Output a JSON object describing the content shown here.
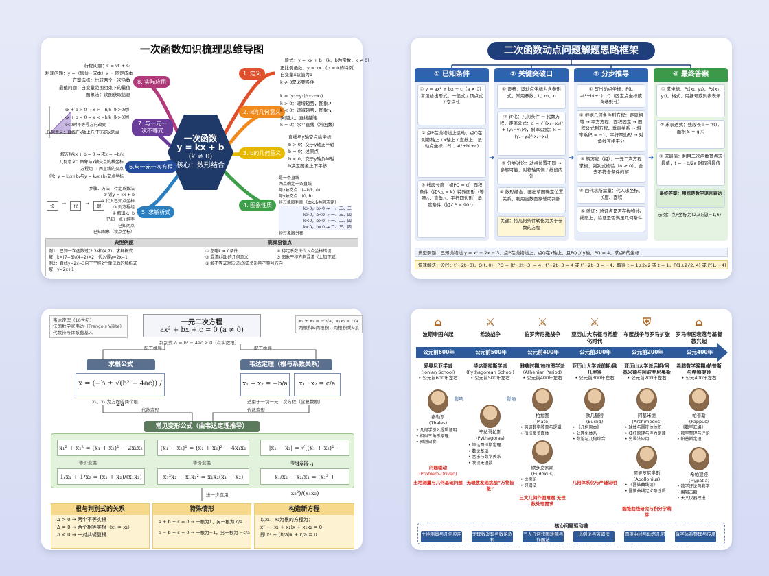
{
  "card1": {
    "title": "一次函数知识梳理思维导图",
    "center": {
      "l1": "一次函数",
      "l2": "y = kx + b",
      "l3": "(k ≠ 0)",
      "l4": "核心：数形结合"
    },
    "nodes": [
      {
        "label": "1. 定义",
        "color": "#e0502a"
      },
      {
        "label": "2. k的几何意义",
        "color": "#f08a1c"
      },
      {
        "label": "3. b的几何意义",
        "color": "#e6b800"
      },
      {
        "label": "4. 图象性质",
        "color": "#3f9e4a"
      },
      {
        "label": "5. 求解析式",
        "color": "#2a7fc1"
      },
      {
        "label": "6.与一元一次方程",
        "color": "#244e9c"
      },
      {
        "label": "7. 与一元一次不等式",
        "color": "#6a3d9a"
      },
      {
        "label": "8. 实际应用",
        "color": "#b03a7a"
      }
    ],
    "text_def": [
      "一般式：y = kx + b （k、b为常数，k ≠ 0）",
      "正比例函数：y = kx （b = 0的特例）",
      "自变量x取值为1",
      "k ≠ 0是必要条件"
    ],
    "text_k": [
      "k = (y₂−y₁)/(x₂−x₁)",
      "k > 0：递增趋势，图象↗",
      "k < 0：递减趋势，图象↘",
      "|k|越大，直线越陡",
      "k = 0：水平直线（常函数）"
    ],
    "text_b": [
      "直线与y轴交点纵坐标",
      "b > 0：交于y轴正半轴",
      "b = 0：过原点",
      "b < 0：交于y轴负半轴",
      "b决定图象上下平移"
    ],
    "text_graph": [
      "是一条直线",
      "两点确定一条直线",
      "与x轴交点：(−b/k, 0)",
      "与y轴交点：(0, b)",
      "经过象限判断（由k,b共同决定）",
      "k>0，b>0 → 一、二、三",
      "k>0，b<0 → 一、三、四",
      "k<0，b>0 → 一、二、四",
      "k<0，b<0 → 二、三、四",
      "经过象限分布"
    ],
    "text_app": [
      "行程问题：s = vt + s₀",
      "利润问题：y =（售价−成本）x − 固定成本",
      "方案选择：比较两个一次函数",
      "最值问题：自变量范围约束下的最值",
      "图象法：读图获取信息"
    ],
    "text_ineq": [
      "kx + b > 0 → x > −b/k（k>0时）",
      "kx + b < 0 → x < −b/k（k>0时）",
      "k<0时不等号方向改变",
      "几何意义：直线在x轴上方/下方的x范围"
    ],
    "text_eq": [
      "解方程kx + b = 0 → 求x = −b/k",
      "几何意义：图象与x轴交点的横坐标",
      "方程组 → 两直线的交点",
      "例：y = k₁x+b₁与y = k₂x+b₂交点坐标"
    ],
    "text_solve": [
      "步骤、方法：待定系数法",
      "① 设y = kx + b",
      "② 代入已知点坐标",
      "③ 列方程组",
      "④ 解出k、b",
      "已知一点+斜率",
      "已知两点",
      "已知图象（读点坐标）"
    ],
    "solve_chain": [
      "设",
      "代",
      "解"
    ],
    "bottom_h1": "典型例题",
    "bottom_h2": "高频易错点",
    "examples": [
      "例1：已知一次函数过(2,3)和(4,7)，求解析式",
      "解：k=(7−3)/(4−2)=2，代入得y=2x−1",
      "例2：直线y=2x−3向下平移2个单位后的解析式",
      "解：y=2x+1"
    ],
    "errors": [
      "① 忽略k ≠ 0条件",
      "② 混淆k和b的几何意义",
      "③ 解不等式时忘记k的正负影响不等号方向",
      "④ 待定系数法代入点坐标错误",
      "⑤ 图象平移方向混淆（上加下减）"
    ]
  },
  "card2": {
    "title": "二次函数动点问题解题思路框架",
    "columns": [
      {
        "head": "① 已知条件",
        "color": "#2e63b0",
        "blocks": [
          "① y = ax² + bx + c（a ≠ 0）常见给出形式：一般式 / 顶点式 / 交点式",
          "② 点P在抛物线上运动，点Q在对称轴上 / x轴上 / 直线上，设动点坐标：P(t, at²+bt+c)",
          "③ 线段长度（如PQ = d）面积条件（如S△ = k）特殊图形（等腰△、直角△、平行四边形）角度条件（如∠P = 90°）"
        ]
      },
      {
        "head": "② 关键突破口",
        "color": "#2e63b0",
        "blocks": [
          "① 设参：设动点坐标为含参形式，常用参数：t、m、n",
          "② 转化：几何条件 → 代数方程，距离公式：d = √((x₁−x₂)² + (y₁−y₂)²)，斜率公式：k = (y₂−y₁)/(x₂−x₁)",
          "③ 分类讨论：动点位置不同 → 多解可能，对称轴两侧 / 线段内外",
          "④ 数形结合：画出草图确定位置关系，利用函数图象辅助判断",
          "关键：将几何条件转化为关于参数的方程"
        ]
      },
      {
        "head": "③ 分步推导",
        "color": "#2e63b0",
        "blocks": [
          "① 写出动点坐标：P(t, at²+bt+c)，Q（固定点坐标或含参形式）",
          "② 根据几何条件列方程：距离相等 → 平方方程，面积固定 → 面积公式列方程，垂直关系 → 斜率乘积 = −1，平行四边形 → 对角线互相平分",
          "③ 解方程（组）：一元二次方程求根，判别式检验（Δ ≥ 0），舍去不符合条件的解",
          "④ 回代求所需量：代入求坐标、长度、面积",
          "⑤ 验证：验证点是否在抛物线/线段上，验证是否满足几何条件"
        ]
      },
      {
        "head": "④ 最终答案",
        "color": "#3a9a4a",
        "blocks": [
          "① 求坐标：P₁(x₁, y₁)，P₂(x₂, y₂)，格式：用括号或列表表示",
          "② 求表达式：线段长 l = f(t)，面积 S = g(t)",
          "③ 求最值：利用二次函数顶点求最值，t = −b/2a 时取得最值",
          "最终答案：用规范数学语言表达",
          "示例：点P坐标为(2,3)或(−1,6)"
        ]
      }
    ],
    "example": "典型例题：已知抛物线 y = x² − 2x − 3，点P在抛物线上，点Q在x轴上，且PQ // y轴，PQ = 4，求点P的坐标",
    "quick": "快速解法：设P(t, t²−2t−3)，Q(t, 0)，PQ = |t²−2t−3| = 4，t²−2t−3 = 4 或 t²−2t−3 = −4，解得 t = 1±2√2 或 t = 1，P(1±2√2, 4) 或 P(1, −4)"
  },
  "card3": {
    "topleft": [
      "韦达定理（16世纪）",
      "法国数学家韦达（François Viète）",
      "代数符号体系奠基人"
    ],
    "topright": [
      "x₁ + x₂ = −b/a，x₁x₂ = c/a",
      "两根和&两根积，两根积乘&系"
    ],
    "main_title": "一元二次方程",
    "main_formula": "ax² + bx + c = 0 (a ≠ 0)",
    "discriminant": "判别式 Δ = b² − 4ac ≥ 0（有实数根）",
    "arrow_left": "配方推导",
    "arrow_right": "配方推导",
    "root_title": "求根公式",
    "root_formula": "x = (−b ± √(b² − 4ac)) / 2a",
    "root_note": "x₁、x₂ 为方程的两个根",
    "vieta_title": "韦达定理（根与系数关系）",
    "vieta_f1": "x₁ + x₂ = −b/a",
    "vieta_f2": "x₁ · x₂ = c/a",
    "vieta_note": "适用于一切一元二次方程（含复数根）",
    "transform_l": "代数变形",
    "transform_r": "代数变形",
    "common_title": "常见变形公式（由韦达定理推导）",
    "common": [
      "x₁² + x₂² = (x₁ + x₂)² − 2x₁x₂",
      "(x₁ − x₂)² = (x₁ + x₂)² − 4x₁x₂",
      "|x₁ − x₂| = √((x₁ + x₂)² − 4x₁x₂)",
      "1/x₁ + 1/x₂ = (x₁ + x₂)/(x₁x₂)",
      "x₁²x₂ + x₁x₂² = x₁x₂(x₁ + x₂)",
      "x₁/x₂ + x₂/x₁ = (x₁² + x₂²)/(x₁x₂)"
    ],
    "equiv": [
      "等价变换",
      "等价变换",
      "等价变换"
    ],
    "further": "进一步应用",
    "b1_title": "根与判别式的关系",
    "b1": [
      "Δ > 0 → 两个不等实根",
      "Δ = 0 → 两个相等实根（x₁ = x₂）",
      "Δ < 0 → 一对共轭复根"
    ],
    "b2_title": "特殊情形",
    "b2": [
      "a + b + c = 0 → 一根为1，另一根为 c/a",
      "a − b + c = 0 → 一根为−1，另一根为 −c/a"
    ],
    "b3_title": "构造新方程",
    "b3": [
      "以x₁、x₂为根的方程为：",
      "x² − (x₁ + x₂)x + x₁x₂ = 0",
      "即 x² + (b/a)x + c/a = 0"
    ]
  },
  "card4": {
    "eras": [
      "波斯帝国兴起",
      "希波战争",
      "伯罗奔尼撒战争",
      "亚历山大东征与希腊化时代",
      "布匿战争与罗马扩张",
      "罗马帝国衰落与基督教兴起"
    ],
    "timeline": [
      "公元前600年",
      "公元前500年",
      "公元前400年",
      "公元前300年",
      "公元前200年",
      "公元400年"
    ],
    "schools": [
      {
        "name": "爱奥尼亚学派",
        "en": "(Ionian School)",
        "date": "• 公元前600年左右"
      },
      {
        "name": "毕达哥拉斯学派",
        "en": "(Pythagorean School)",
        "date": "• 公元前500年左右"
      },
      {
        "name": "雅典时期/柏拉图学派",
        "en": "(Athenian Period)",
        "date": "• 公元前400年左右"
      },
      {
        "name": "亚历山大学派前期/欧几里得",
        "en": "",
        "date": "• 公元前300年左右"
      },
      {
        "name": "亚历山大学派后期/阿基米德与阿波罗尼奥斯",
        "en": "",
        "date": "• 公元前200年左右"
      },
      {
        "name": "希腊数学晚期/帕普斯与希帕提娅",
        "en": "",
        "date": "• 公元400年左右"
      }
    ],
    "people": [
      {
        "name": "泰勒斯",
        "en": "(Thales)",
        "desc": [
          "• 几何学引入逻辑证明",
          "• 相似三角形原理",
          "• 预测日食"
        ]
      },
      {
        "name": "毕达哥拉斯",
        "en": "(Pythagoras)",
        "desc": [
          "• 毕达哥拉斯定理",
          "• 数论基础",
          "• 音乐与数学关系",
          "• 发现无理数"
        ]
      },
      {
        "name": "柏拉图",
        "en": "(Plato)",
        "desc": [
          "• 强调数学教育与逻辑",
          "• 柏拉图多面体"
        ]
      },
      {
        "name": "欧多克索斯",
        "en": "(Eudoxus)",
        "desc": [
          "• 比例论",
          "• 穷竭法"
        ]
      },
      {
        "name": "欧几里得",
        "en": "(Euclid)",
        "desc": [
          "• 《几何原本》",
          "• 公理化体系",
          "• 数论与几何综合"
        ]
      },
      {
        "name": "阿基米德",
        "en": "(Archimedes)",
        "desc": [
          "• 球体与圆柱体体积",
          "• 杠杆原理与浮力定律",
          "• 穷竭法应用"
        ]
      },
      {
        "name": "阿波罗尼奥斯",
        "en": "(Apollonius)",
        "desc": [
          "• 《圆锥曲线论》",
          "• 圆锥曲线定义与性质"
        ]
      },
      {
        "name": "帕普斯",
        "en": "(Pappus)",
        "desc": [
          "• 《数学汇编》",
          "• 数学整理与评论",
          "• 帕普斯定理"
        ]
      },
      {
        "name": "希帕提娅",
        "en": "(Hypatia)",
        "desc": [
          "• 数学评论与教学",
          "• 编辑古籍",
          "• 天文仪器改进"
        ]
      }
    ],
    "influence": "影响",
    "problem_driven": [
      "问题驱动",
      "(Problem-Driven)"
    ],
    "red_notes": [
      "土地测量与几何基础问题",
      "无理数发现挑战“万物皆数”",
      "三大几何作图难题 无理数处理需求",
      "几何体系化与严谨证明",
      "圆锥曲线研究与积分学萌芽"
    ],
    "core_title": "核心问题驱动链",
    "core": [
      "土地测量与几何应用",
      "无理数发现与数论危机",
      "三大几何作图难题与作图法",
      "比例论与穷竭法",
      "圆锥曲线与动态几何",
      "数学体系整理与传承"
    ]
  }
}
